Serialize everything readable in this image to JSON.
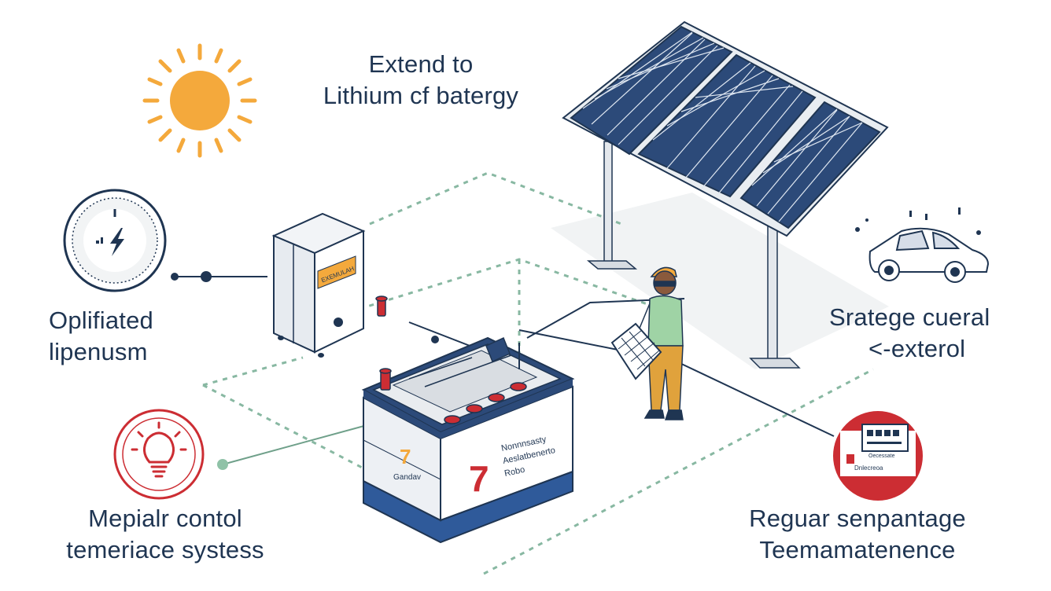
{
  "header": {
    "line1": "Extend to",
    "line2": "Lithium cf batergy"
  },
  "left_top": {
    "line1": "Oplifiated",
    "line2": "lipenusm"
  },
  "left_bottom": {
    "line1": "Mepialr contol",
    "line2": "temeriace systess"
  },
  "right_top": {
    "line1": "Srategе cueral",
    "line2": "<-exterol"
  },
  "right_bottom": {
    "line1": "Reguar senpantage",
    "line2": "Teemamatenence"
  },
  "battery": {
    "number_small": "7",
    "number_big": "7",
    "side_text": "Gandav",
    "label_line1": "Nonnnsasty",
    "label_line2": "Aeslatbenerto",
    "label_line3": "Robo"
  },
  "cabinet": {
    "sticker": "EXEMULAH"
  },
  "panel_badge": {
    "line1": "Oecessate",
    "line2": "Dnlecreoa"
  },
  "colors": {
    "navy": "#1f3552",
    "panel_blue": "#2c4a79",
    "sun": "#f4a93c",
    "red": "#cc2d33",
    "green_dash": "#88b8a2"
  }
}
